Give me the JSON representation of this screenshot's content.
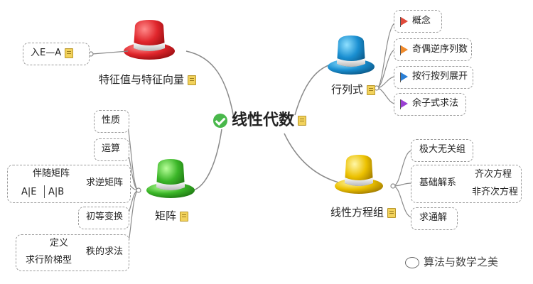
{
  "root": {
    "title": "线性代数",
    "icon": "check-icon"
  },
  "branches": {
    "eigen": {
      "label": "特征值与特征向量",
      "color": "#d9262b",
      "child": "入E—A"
    },
    "determinant": {
      "label": "行列式",
      "color": "#1a8fd1",
      "children": [
        {
          "label": "概念",
          "flag_color": "#e04a3a"
        },
        {
          "label": "奇偶逆序列数",
          "flag_color": "#f08a2b"
        },
        {
          "label": "按行按列展开",
          "flag_color": "#2a7fd6"
        },
        {
          "label": "余子式求法",
          "flag_color": "#9a3fd3"
        }
      ]
    },
    "matrix": {
      "label": "矩阵",
      "color": "#3bb628",
      "children": {
        "property": "性质",
        "operation": "运算",
        "inverse": {
          "label": "求逆矩阵",
          "sub1": "伴随矩阵",
          "sub2a": "A|E",
          "sub2b": "A|B"
        },
        "elementary": "初等变换",
        "rank": {
          "label": "秩的求法",
          "sub1": "定义",
          "sub2": "求行阶梯型"
        }
      }
    },
    "linear": {
      "label": "线性方程组",
      "color": "#e6b800",
      "children": {
        "max_indep": "极大无关组",
        "basic": {
          "label": "基础解系",
          "sub1": "齐次方程",
          "sub2": "非齐次方程"
        },
        "general": "求通解"
      }
    }
  },
  "watermark": "算法与数学之美"
}
